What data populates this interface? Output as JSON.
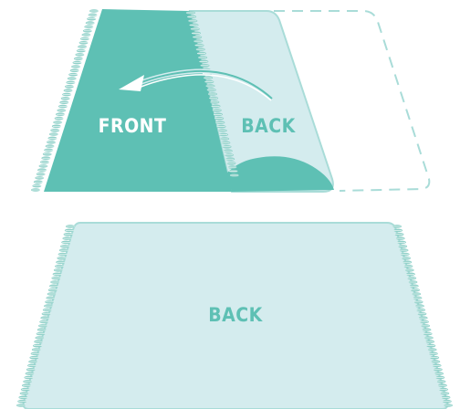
{
  "labels": {
    "front": "FRONT",
    "back_top": "BACK",
    "back_bottom": "BACK"
  },
  "colors": {
    "front_fill": "#5ec0b4",
    "back_fill": "#d4ecee",
    "outline": "#a9dcd8",
    "fringe": "#8fd0c8",
    "front_text": "#ffffff",
    "back_text": "#5ec0b4",
    "arrow": "#ffffff",
    "dashed_outline": "#a9dcd8"
  },
  "icons": {
    "fold_arrow": "curved-arrow-left-icon",
    "fold_target": "dashed-outline"
  }
}
